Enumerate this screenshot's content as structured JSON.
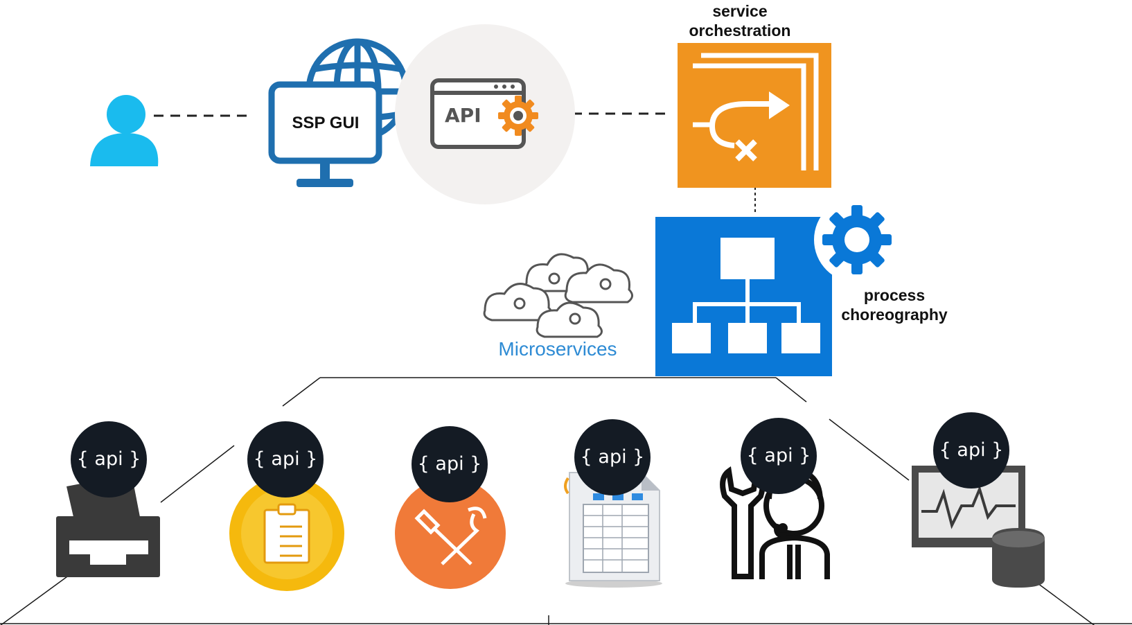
{
  "labels": {
    "service_orchestration": [
      "service",
      "orchestration"
    ],
    "process_choreography": [
      "process",
      "choreography"
    ],
    "microservices": "Microservices",
    "ssp_gui": "SSP GUI",
    "api_gateway": "API"
  },
  "api_badge": "{ api }",
  "colors": {
    "user": "#1ABBEE",
    "gui": "#1F6FAF",
    "orchestration": "#F0941F",
    "choreography": "#0A78D7",
    "microservices_text": "#2E8BD4",
    "badge": "#141B24",
    "dark_icon": "#3A3A3A",
    "clipboard_circle": "#F5B90D",
    "tools_circle": "#F07A39"
  },
  "icons": [
    "user-icon",
    "monitor-globe-icon",
    "api-gear-icon",
    "orchestration-icon",
    "hierarchy-gear-icon",
    "cloud-gears-icon",
    "inbox-tray-icon",
    "clipboard-icon",
    "tools-icon",
    "spreadsheet-icon",
    "support-agent-icon",
    "monitor-database-icon"
  ]
}
